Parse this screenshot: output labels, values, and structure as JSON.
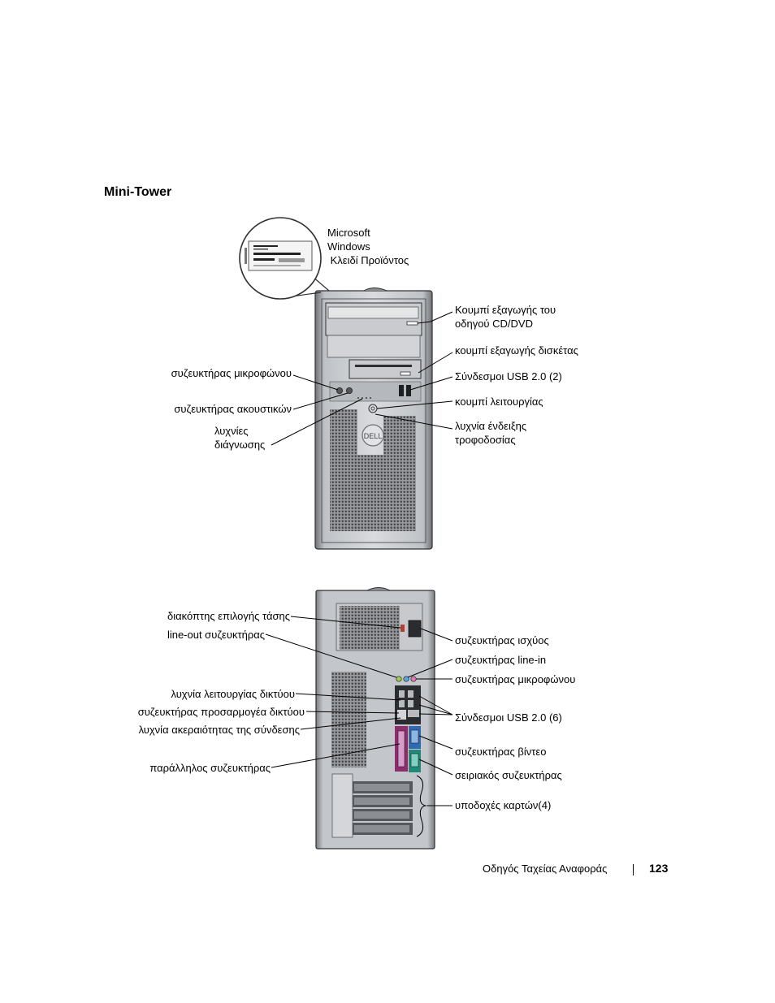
{
  "heading": "Mini-Tower",
  "front": {
    "windows_key": [
      "Microsoft",
      "Windows",
      " Κλειδί Προϊόντος"
    ],
    "cd_eject": [
      "Κουμπί εξαγωγής του",
      "οδηγού CD/DVD"
    ],
    "floppy_eject": "κουμπί εξαγωγής δισκέτας",
    "usb_front": "Σύνδεσμοι USB 2.0 (2)",
    "power_button": "κουμπί λειτουργίας",
    "power_light": [
      "λυχνία ένδειξης",
      "τροφοδοσίας"
    ],
    "mic": "συζευκτήρας μικροφώνου",
    "headphone": "συζευκτήρας ακουστικών",
    "diag_lights": [
      "λυχνίες",
      "διάγνωσης"
    ]
  },
  "back": {
    "voltage_switch": "διακόπτης επιλογής τάσης",
    "line_out": "line-out συζευκτήρας",
    "net_activity": "λυχνία λειτουργίας δικτύου",
    "net_adapter": "συζευκτήρας προσαρμογέα δικτύου",
    "link_integrity": "λυχνία ακεραιότητας της σύνδεσης",
    "parallel": "παράλληλος συζευκτήρας",
    "power_conn": "συζευκτήρας ισχύος",
    "line_in": "συζευκτήρας line-in",
    "mic": "συζευκτήρας μικροφώνου",
    "usb_back": "Σύνδεσμοι USB 2.0 (6)",
    "video": "συζευκτήρας βίντεο",
    "serial": "σειριακός συζευκτήρας",
    "card_slots": "υποδοχές καρτών(4)"
  },
  "footer": {
    "title": "Οδηγός Ταχείας Αναφοράς",
    "page": "123"
  }
}
